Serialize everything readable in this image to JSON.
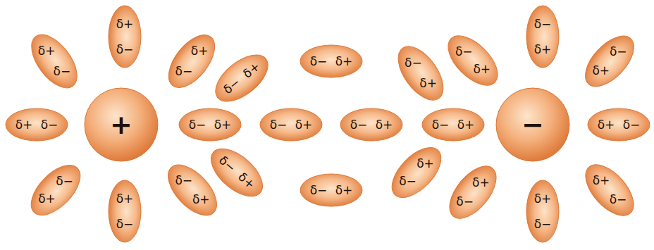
{
  "diagram": {
    "nodes": [
      {
        "text": [
          "+"
        ]
      },
      {
        "text": [
          "δ+",
          "δ−"
        ]
      },
      {
        "text": [
          "δ+",
          "δ−"
        ]
      },
      {
        "text": [
          "δ+",
          "δ−"
        ]
      },
      {
        "text": [
          "δ−",
          "δ+"
        ]
      },
      {
        "text": [
          "δ+",
          "δ−"
        ]
      },
      {
        "text": [
          "δ+",
          "δ−"
        ]
      },
      {
        "text": [
          "δ−",
          "δ+"
        ]
      },
      {
        "text": [
          "δ−",
          "δ+"
        ]
      },
      {
        "text": [
          "δ−",
          "δ+"
        ]
      },
      {
        "text": [
          "δ−",
          "δ+"
        ]
      },
      {
        "text": [
          "δ−",
          "δ+"
        ]
      },
      {
        "text": [
          "δ−",
          "δ+"
        ]
      },
      {
        "text": [
          "δ−",
          "δ+"
        ]
      },
      {
        "text": [
          "δ−",
          "δ+"
        ]
      },
      {
        "text": [
          "−"
        ]
      },
      {
        "text": [
          "δ−",
          "δ+"
        ]
      },
      {
        "text": [
          "δ−",
          "δ+"
        ]
      },
      {
        "text": [
          "δ−",
          "δ+"
        ]
      },
      {
        "text": [
          "δ+",
          "δ−"
        ]
      },
      {
        "text": [
          "δ+",
          "δ−"
        ]
      },
      {
        "text": [
          "δ−",
          "δ+"
        ]
      },
      {
        "text": [
          "δ−",
          "δ+"
        ]
      },
      {
        "text": [
          "δ+",
          "δ−"
        ]
      },
      {
        "text": [
          "δ+",
          "δ−"
        ]
      },
      {
        "text": [
          "δ+",
          "δ−"
        ]
      }
    ]
  }
}
